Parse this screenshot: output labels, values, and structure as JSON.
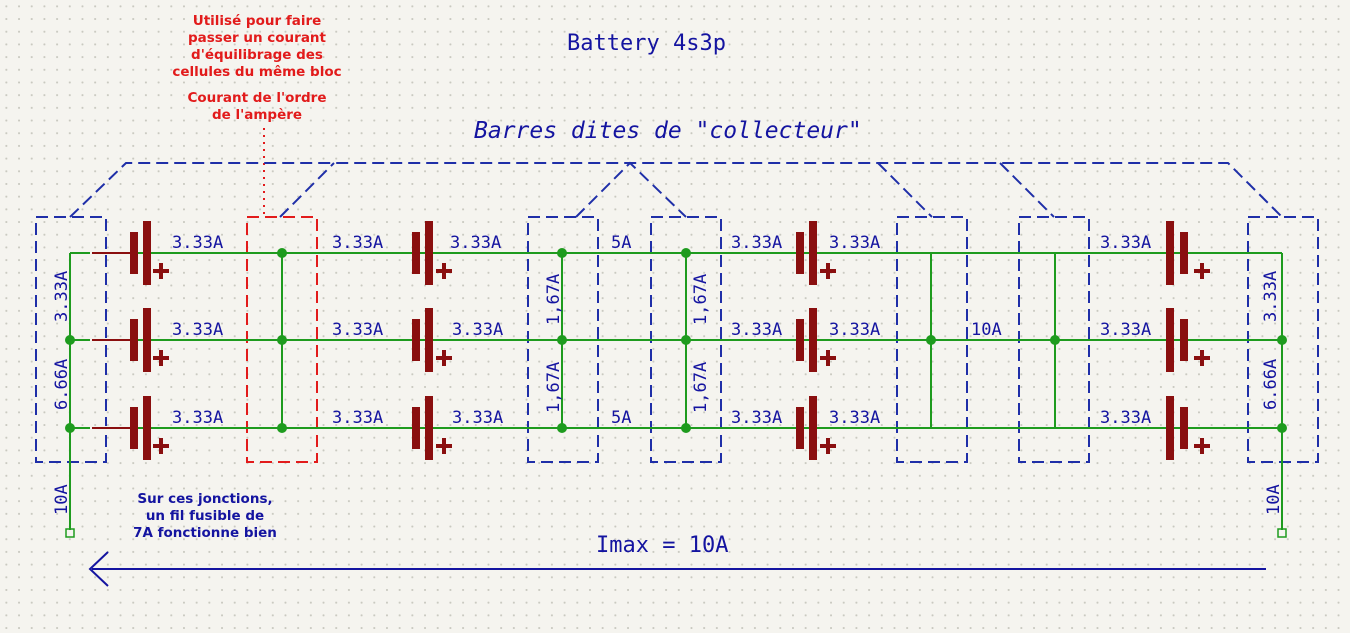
{
  "title": "Battery 4s3p",
  "collector_label": "Barres dites de \"collecteur\"",
  "imax_label": "Imax = 10A",
  "red_note": {
    "lines": [
      "Utilisé pour faire",
      "passer un courant",
      "d'équilibrage des",
      "cellules du même bloc"
    ],
    "lines2": [
      "Courant de l'ordre",
      "de l'ampère"
    ]
  },
  "blue_note": {
    "lines": [
      "Sur ces jonctions,",
      "un fil fusible de",
      "7A fonctionne bien"
    ]
  },
  "current_labels": {
    "c333": "3.33A",
    "c167": "1,67A",
    "c5": "5A",
    "c10": "10A",
    "c666": "6.66A"
  },
  "cell_plus_sign": "+",
  "colors": {
    "wire": "#1e9b1e",
    "cell": "#8a0f0f",
    "text": "#1414a0",
    "red_note": "#e21b1b",
    "group_dash": "#1f2fa8"
  }
}
